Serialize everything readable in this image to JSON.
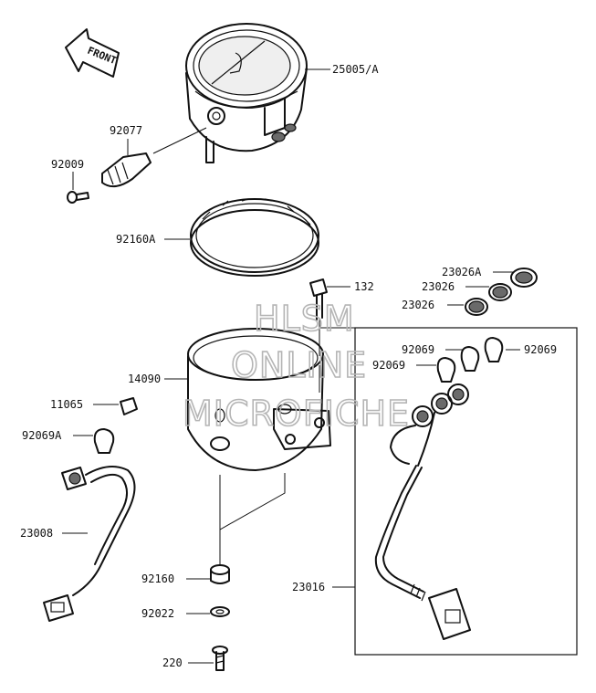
{
  "watermark": {
    "line1": "HLSM",
    "line2": "ONLINE",
    "line3": "MICROFICHE"
  },
  "front_label": "FRONT",
  "part_labels": {
    "p25005a": "25005/A",
    "p92077": "92077",
    "p92009": "92009",
    "p92160a": "92160A",
    "p132": "132",
    "p23026a": "23026A",
    "p23026_1": "23026",
    "p23026_2": "23026",
    "p14090": "14090",
    "p92069_l": "92069",
    "p92069_r": "92069",
    "p92069_m": "92069",
    "p11065": "11065",
    "p92069a": "92069A",
    "p23008": "23008",
    "p92160": "92160",
    "p23016": "23016",
    "p92022": "92022",
    "p220": "220"
  }
}
